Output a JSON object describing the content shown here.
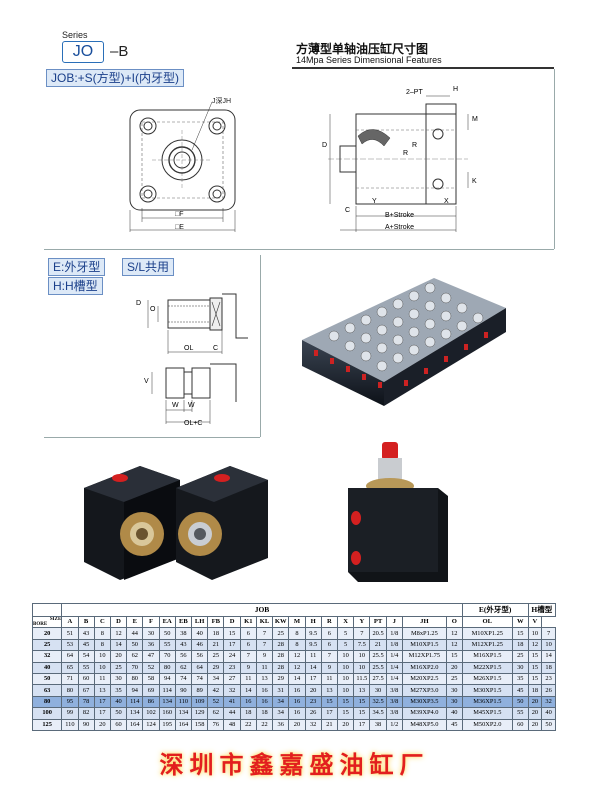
{
  "header": {
    "series_small": "Series",
    "series_code": "JO",
    "series_suffix": "–B",
    "title_cn": "方薄型单轴油压缸尺寸图",
    "title_en": "14Mpa Series Dimensional Features"
  },
  "sections": {
    "job_label": "JOB:+S(方型)+I(内牙型)",
    "e_label": "E:外牙型",
    "sl_label": "S/L共用",
    "h_label": "H:H槽型"
  },
  "drawing_labels": {
    "front_view": {
      "hole": "J深JH",
      "f": "□F",
      "e": "□E"
    },
    "side_view": {
      "pt": "2–PT",
      "h": "H",
      "m": "M",
      "d": "D",
      "r": "R",
      "rr": "R",
      "k": "K",
      "c": "C",
      "y": "Y",
      "x": "X",
      "b_stroke": "B+Stroke",
      "a_stroke": "A+Stroke"
    },
    "e_view": {
      "d": "D",
      "o": "O",
      "ol": "OL",
      "c": "C"
    },
    "h_view": {
      "v": "V",
      "w1": "W",
      "w2": "W",
      "olc": "OL+C"
    }
  },
  "table": {
    "group_job": "JOB",
    "group_e": "E(外牙型)",
    "group_h": "H槽型",
    "size_label": "SIZE",
    "bore_label": "BORE",
    "columns": [
      "A",
      "B",
      "C",
      "D",
      "E",
      "F",
      "EA",
      "EB",
      "LH",
      "FB",
      "D",
      "K1",
      "KL",
      "KW",
      "M",
      "H",
      "R",
      "X",
      "Y",
      "PT",
      "J",
      "JH",
      "O",
      "OL",
      "W",
      "V"
    ],
    "rows": [
      [
        "20",
        "51",
        "43",
        "8",
        "12",
        "44",
        "30",
        "50",
        "38",
        "40",
        "18",
        "15",
        "6",
        "7",
        "25",
        "8",
        "9.5",
        "6",
        "5",
        "7",
        "20.5",
        "1/8",
        "M8xP1.25",
        "12",
        "M10XP1.25",
        "15",
        "10",
        "7"
      ],
      [
        "25",
        "53",
        "45",
        "8",
        "14",
        "50",
        "36",
        "55",
        "43",
        "46",
        "21",
        "17",
        "6",
        "7",
        "28",
        "8",
        "9.5",
        "6",
        "5",
        "7.5",
        "21",
        "1/8",
        "M10XP1.5",
        "12",
        "M12XP1.25",
        "18",
        "12",
        "10"
      ],
      [
        "32",
        "64",
        "54",
        "10",
        "20",
        "62",
        "47",
        "70",
        "56",
        "56",
        "25",
        "24",
        "7",
        "9",
        "28",
        "12",
        "11",
        "7",
        "10",
        "10",
        "25.5",
        "1/4",
        "M12XP1.75",
        "15",
        "M16XP1.5",
        "25",
        "15",
        "14"
      ],
      [
        "40",
        "65",
        "55",
        "10",
        "25",
        "70",
        "52",
        "80",
        "62",
        "64",
        "29",
        "23",
        "9",
        "11",
        "28",
        "12",
        "14",
        "9",
        "10",
        "10",
        "25.5",
        "1/4",
        "M16XP2.0",
        "20",
        "M22XP1.5",
        "30",
        "15",
        "18"
      ],
      [
        "50",
        "71",
        "60",
        "11",
        "30",
        "80",
        "58",
        "94",
        "74",
        "74",
        "34",
        "27",
        "11",
        "13",
        "29",
        "14",
        "17",
        "11",
        "10",
        "11.5",
        "27.5",
        "1/4",
        "M20XP2.5",
        "25",
        "M26XP1.5",
        "35",
        "15",
        "23"
      ],
      [
        "63",
        "80",
        "67",
        "13",
        "35",
        "94",
        "69",
        "114",
        "90",
        "89",
        "42",
        "32",
        "14",
        "16",
        "31",
        "16",
        "20",
        "13",
        "10",
        "13",
        "30",
        "3/8",
        "M27XP3.0",
        "30",
        "M30XP1.5",
        "45",
        "18",
        "26"
      ],
      [
        "80",
        "95",
        "78",
        "17",
        "40",
        "114",
        "86",
        "134",
        "110",
        "109",
        "52",
        "41",
        "16",
        "16",
        "34",
        "16",
        "23",
        "15",
        "15",
        "15",
        "32.5",
        "3/8",
        "M30XP3.5",
        "30",
        "M36XP1.5",
        "50",
        "20",
        "32"
      ],
      [
        "100",
        "99",
        "82",
        "17",
        "50",
        "134",
        "102",
        "160",
        "134",
        "129",
        "62",
        "44",
        "18",
        "18",
        "34",
        "16",
        "26",
        "17",
        "15",
        "15",
        "34.5",
        "3/8",
        "M39XP4.0",
        "40",
        "M45XP1.5",
        "55",
        "20",
        "40"
      ],
      [
        "125",
        "110",
        "90",
        "20",
        "60",
        "164",
        "124",
        "195",
        "164",
        "158",
        "76",
        "48",
        "22",
        "22",
        "36",
        "20",
        "32",
        "21",
        "20",
        "17",
        "38",
        "1/2",
        "M48XP5.0",
        "45",
        "M50XP2.0",
        "60",
        "20",
        "50"
      ]
    ]
  },
  "footer": {
    "company": "深圳市鑫嘉盛油缸厂"
  },
  "colors": {
    "label_bg": "#dde9f7",
    "label_text": "#1a3f8a",
    "table_row_a": "#e8eef8",
    "table_row_b": "#d6e1f2",
    "table_row_selected": "#8fb0dd",
    "footer_text": "#e21e1e"
  }
}
